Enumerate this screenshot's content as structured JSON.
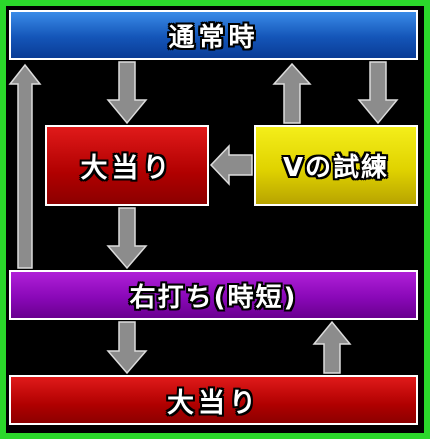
{
  "nodes": {
    "normal": "通常時",
    "jackpot_1": "大当り",
    "v_trial": "Vの試練",
    "rush": "右打ち(時短)",
    "jackpot_2": "大当り"
  },
  "colors": {
    "border": "#2bd82b",
    "normal": "#1455b8",
    "jackpot": "#b00000",
    "v_trial": "#e0d300",
    "rush": "#8a08b8",
    "arrow": "#8c8c8c"
  }
}
